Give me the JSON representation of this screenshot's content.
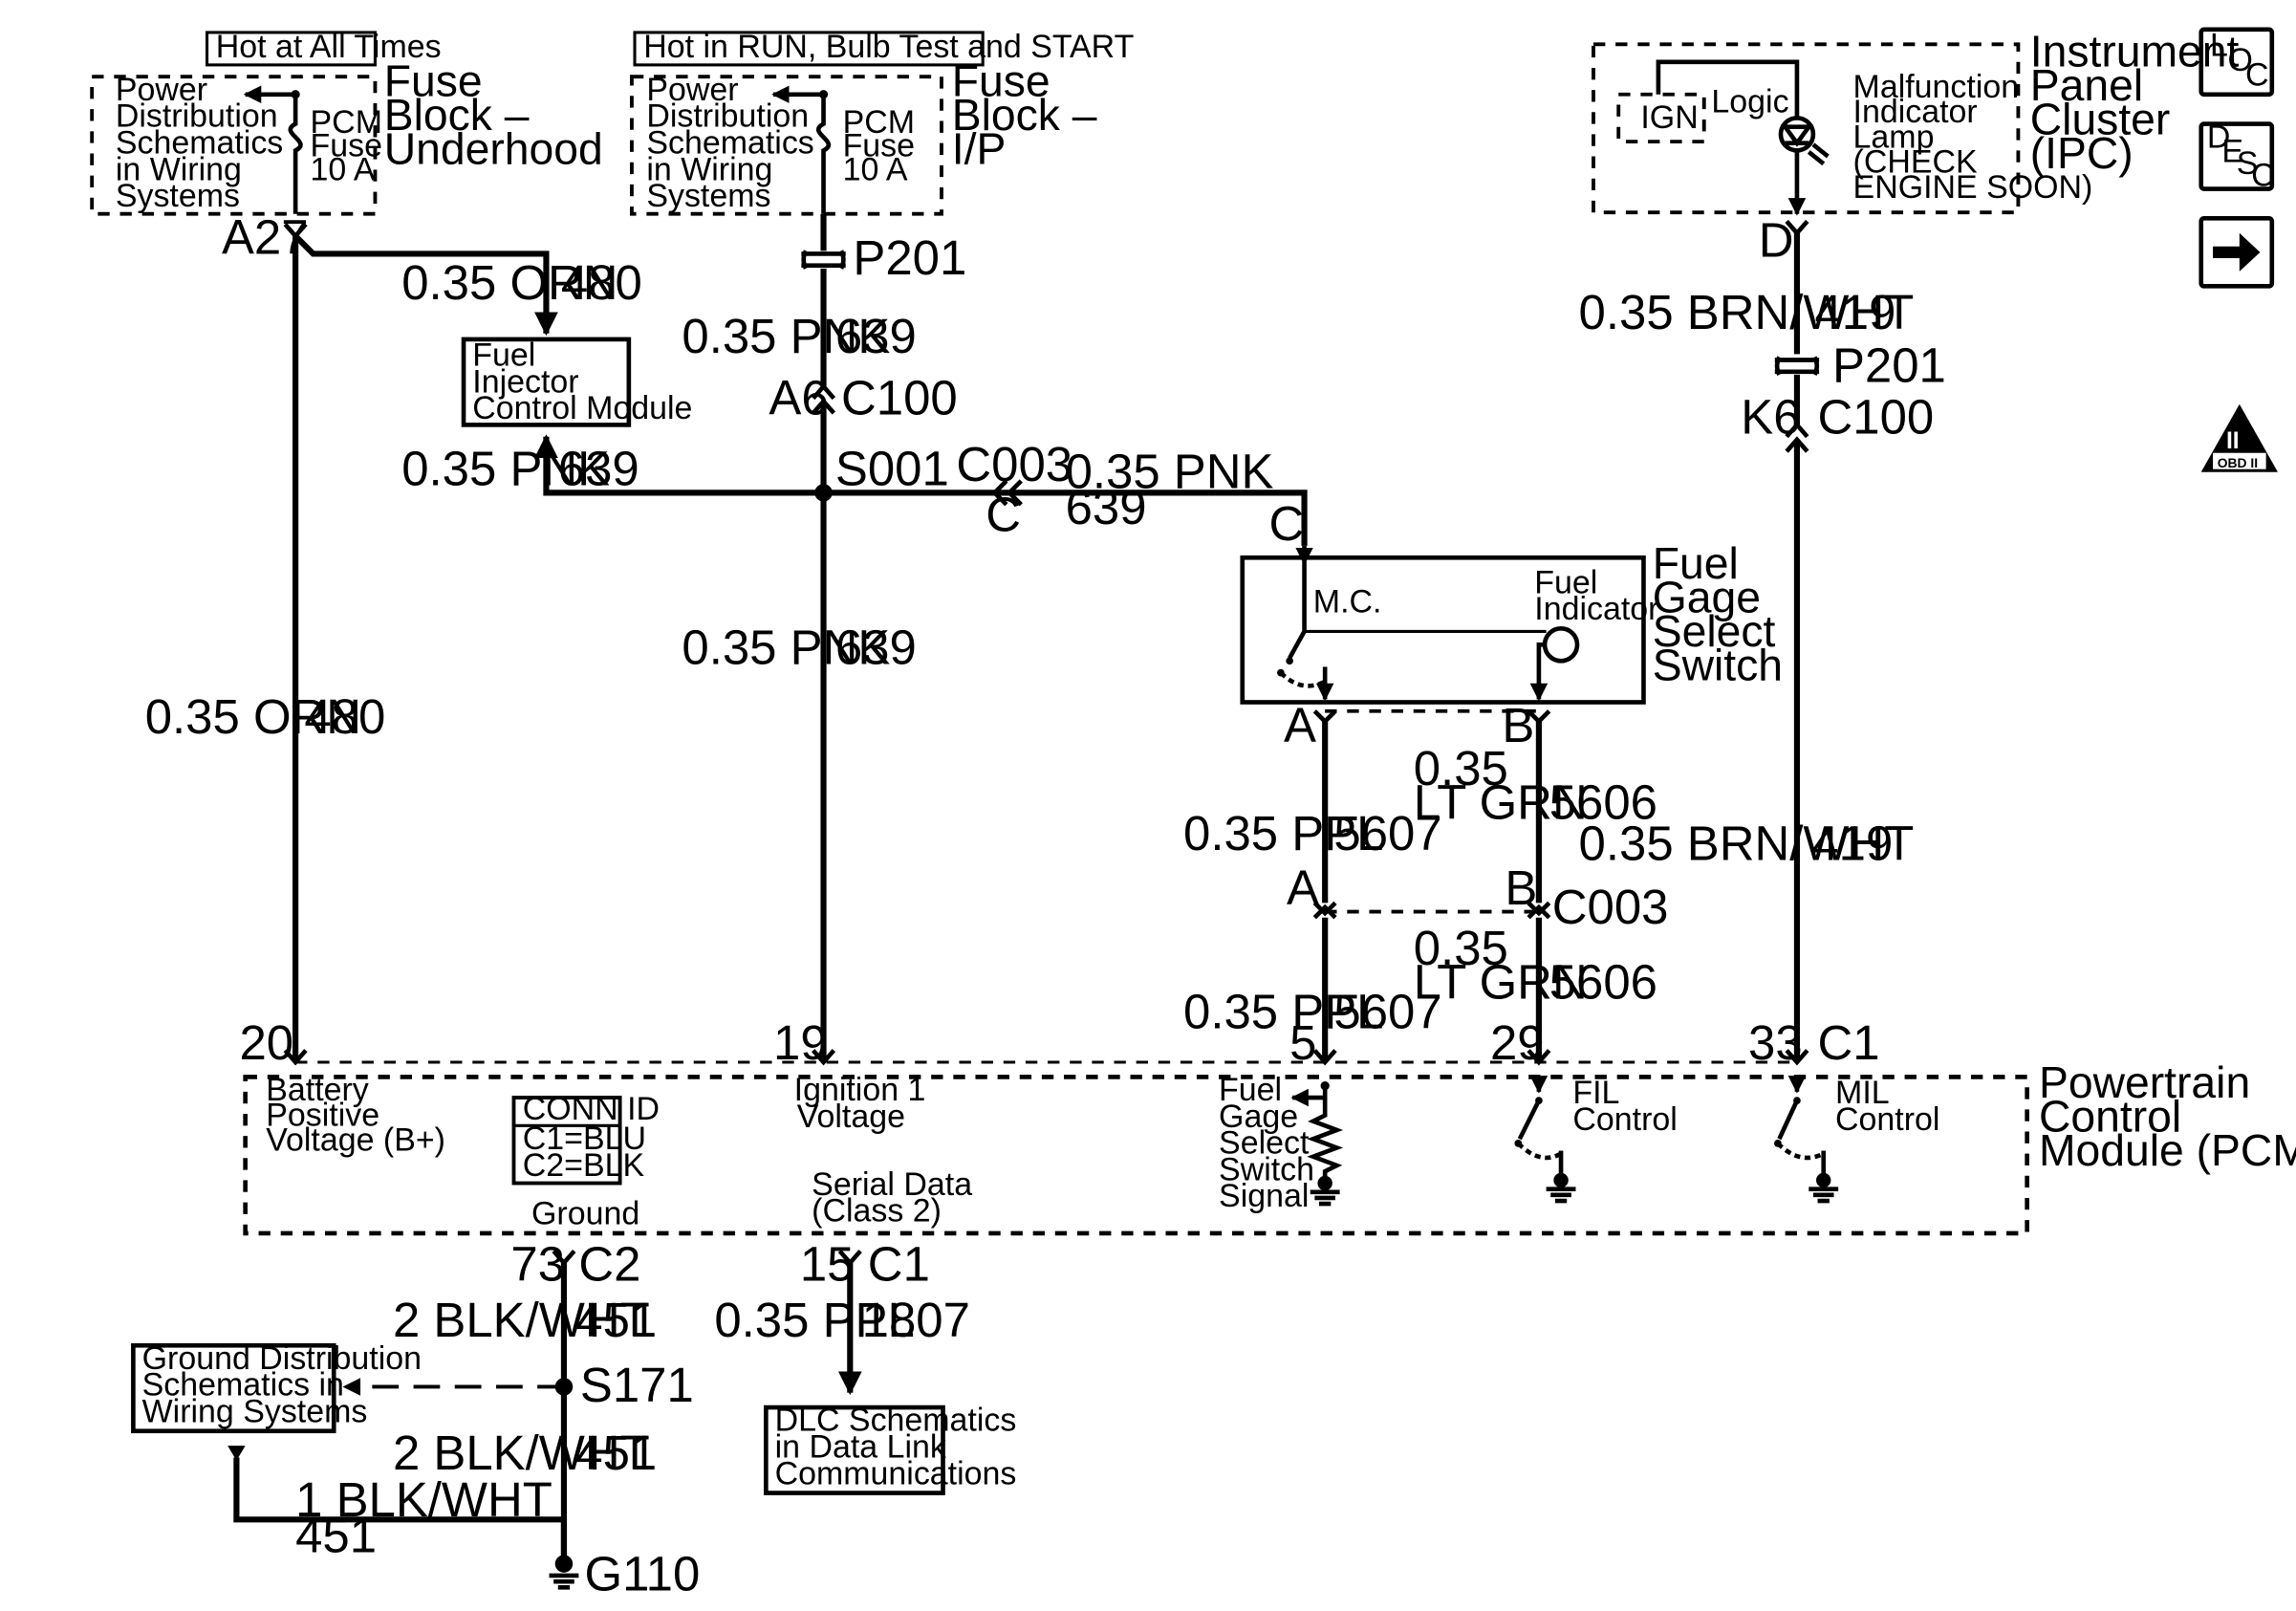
{
  "fuse_underhood": {
    "header": "Hot at All Times",
    "power_dist": [
      "Power",
      "Distribution",
      "Schematics",
      "in Wiring",
      "Systems"
    ],
    "fuse": [
      "PCM",
      "Fuse",
      "10 A"
    ],
    "title": [
      "Fuse",
      "Block –",
      "Underhood"
    ]
  },
  "fuse_ip": {
    "header": "Hot in RUN, Bulb Test and START",
    "power_dist": [
      "Power",
      "Distribution",
      "Schematics",
      "in Wiring",
      "Systems"
    ],
    "fuse": [
      "PCM",
      "Fuse",
      "10 A"
    ],
    "title": [
      "Fuse",
      "Block –",
      "I/P"
    ]
  },
  "ipc": {
    "ign": "IGN",
    "logic": "Logic",
    "lamp": [
      "Malfunction",
      "Indicator",
      "Lamp",
      "(CHECK",
      "ENGINE SOON)"
    ],
    "title": [
      "Instrument",
      "Panel",
      "Cluster",
      "(IPC)"
    ]
  },
  "nav_icons": {
    "loc": [
      "L",
      "O",
      "C"
    ],
    "desc": [
      "D",
      "E",
      "S",
      "C"
    ],
    "obd": [
      "II",
      "OBD II"
    ]
  },
  "fuel_injector_module": [
    "Fuel",
    "Injector",
    "Control Module"
  ],
  "fuel_gage_switch": {
    "mc": "M.C.",
    "fuel_indicator": [
      "Fuel",
      "Indicator"
    ],
    "title": [
      "Fuel",
      "Gage",
      "Select",
      "Switch"
    ]
  },
  "pcm": {
    "title": [
      "Powertrain",
      "Control",
      "Module (PCM)"
    ],
    "battery": [
      "Battery",
      "Positive",
      "Voltage (B+)"
    ],
    "conn_id": [
      "CONN ID",
      "C1=BLU",
      "C2=BLK"
    ],
    "ignition": [
      "Ignition 1",
      "Voltage"
    ],
    "serial": [
      "Serial Data",
      "(Class 2)"
    ],
    "ground": "Ground",
    "fuel_gage_signal": [
      "Fuel",
      "Gage",
      "Select",
      "Switch",
      "Signal"
    ],
    "fil": [
      "FIL",
      "Control"
    ],
    "mil": [
      "MIL",
      "Control"
    ]
  },
  "ground_dist": [
    "Ground Distribution",
    "Schematics in",
    "Wiring Systems"
  ],
  "dlc": [
    "DLC Schematics",
    "in Data Link",
    "Communications"
  ],
  "labels": {
    "a27": "A27",
    "w_orn_480_top": [
      "0.35 ORN",
      "480"
    ],
    "w_pnk_639_left": [
      "0.35 PNK",
      "639"
    ],
    "w_orn_480_main": [
      "0.35 ORN",
      "480"
    ],
    "p201_ip": "P201",
    "w_pnk_639_a": [
      "0.35 PNK",
      "639"
    ],
    "a6": "A6",
    "c100_ip": "C100",
    "s001": "S001",
    "c003_top": "C003",
    "c003_c": "C",
    "w_pnk_639_right": [
      "0.35 PNK",
      "639"
    ],
    "w_pnk_639_main": [
      "0.35 PNK",
      "639"
    ],
    "c_top": "C",
    "sw_a": "A",
    "sw_b": "B",
    "w_ppl_5607_a": [
      "0.35 PPL",
      "5607"
    ],
    "w_ltgrn_5606_a": [
      "0.35",
      "LT GRN",
      "5606"
    ],
    "c003_a": "A",
    "c003_b": "B",
    "c003_name": "C003",
    "w_ppl_5607_b": [
      "0.35 PPL",
      "5607"
    ],
    "w_ltgrn_5606_b": [
      "0.35",
      "LT GRN",
      "5606"
    ],
    "d": "D",
    "w_brnwht_419_a": [
      "0.35 BRN/WHT",
      "419"
    ],
    "p201_ipc": "P201",
    "k6": "K6",
    "c100_ipc": "C100",
    "w_brnwht_419_b": [
      "0.35 BRN/WHT",
      "419"
    ],
    "pin20": "20",
    "pin19": "19",
    "pin5": "5",
    "pin29": "29",
    "pin33": "33",
    "c1_top": "C1",
    "pin73": "73",
    "c2": "C2",
    "pin15": "15",
    "c1_bottom": "C1",
    "w_blkwht_451_a": [
      "2 BLK/WHT",
      "451"
    ],
    "s171": "S171",
    "w_blkwht_451_b": [
      "2 BLK/WHT",
      "451"
    ],
    "w_blkwht_451_c": [
      "1 BLK/WHT",
      "451"
    ],
    "g110": "G110",
    "w_ppl_1807": [
      "0.35 PPL",
      "1807"
    ]
  }
}
